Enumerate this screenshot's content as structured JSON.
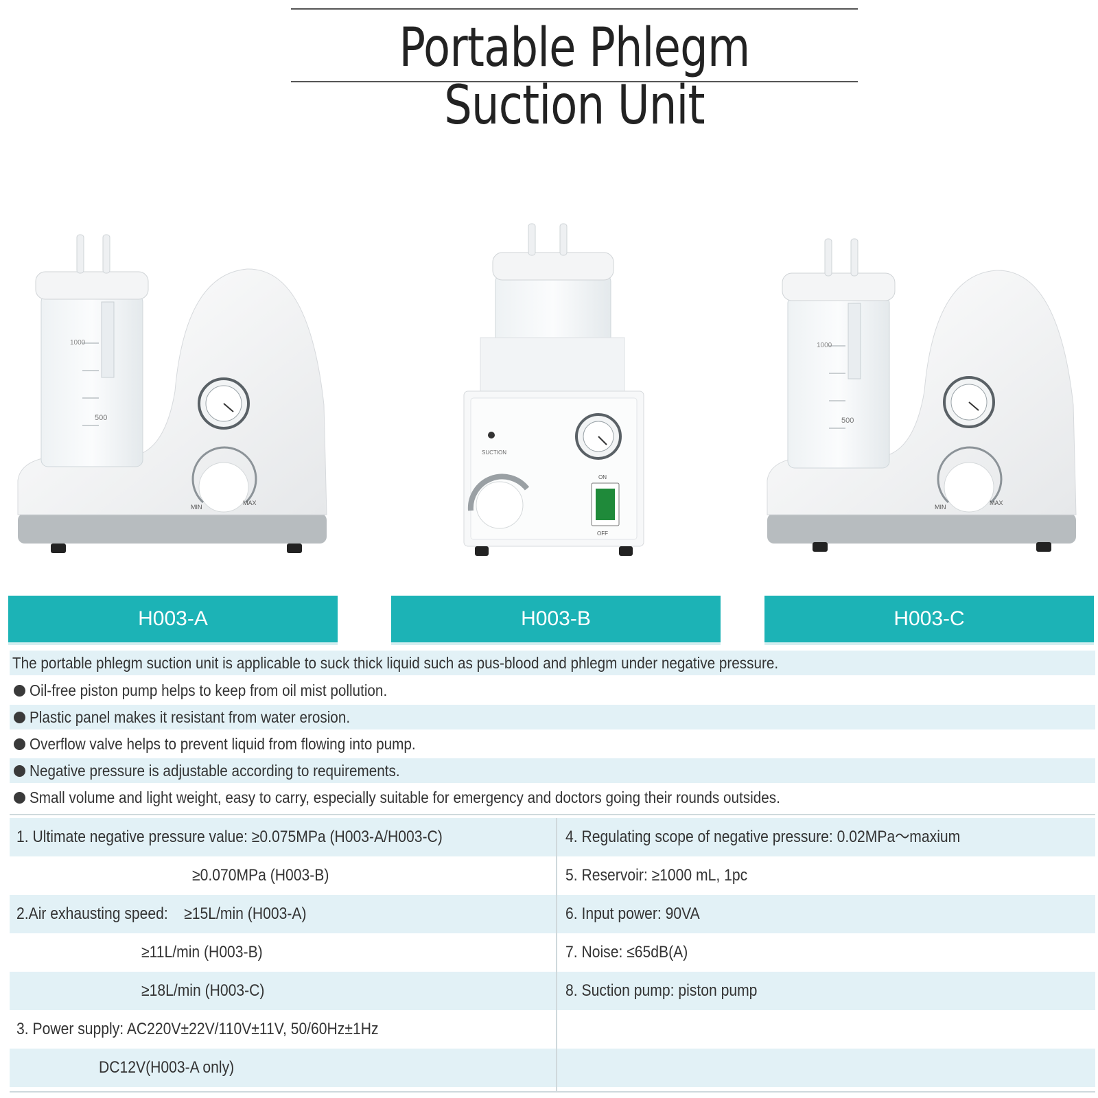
{
  "header": {
    "title": "Portable Phlegm Suction Unit"
  },
  "models": [
    {
      "label": "H003-A"
    },
    {
      "label": "H003-B"
    },
    {
      "label": "H003-C"
    }
  ],
  "description": {
    "intro": "The portable phlegm suction unit is applicable to suck thick liquid such as pus-blood and phlegm under negative pressure.",
    "features": [
      "Oil-free piston pump helps to keep from oil mist pollution.",
      "Plastic panel makes it resistant from water erosion.",
      "Overflow valve helps to prevent liquid from flowing into pump.",
      "Negative pressure is adjustable according to requirements.",
      "Small volume and light weight, easy to carry, especially suitable for emergency and doctors going their rounds outsides."
    ]
  },
  "specs": {
    "left": [
      "1. Ultimate negative pressure value: ≥0.075MPa (H003-A/H003-C)",
      "≥0.070MPa (H003-B)",
      "2.Air exhausting speed:    ≥15L/min (H003-A)",
      "≥11L/min (H003-B)",
      "≥18L/min (H003-C)",
      "3. Power supply: AC220V±22V/110V±11V, 50/60Hz±1Hz",
      "DC12V(H003-A only)"
    ],
    "right": [
      "4. Regulating scope of negative pressure:  0.02MPa～maxium",
      "5. Reservoir: ≥1000 mL, 1pc",
      "6. Input power: 90VA",
      "7. Noise: ≤65dB(A)",
      "8. Suction pump: piston pump",
      "",
      ""
    ]
  },
  "device_labels": {
    "jar_1000": "1000",
    "jar_500": "500",
    "gauge_min": "MIN",
    "gauge_max": "MAX",
    "switch_on": "ON",
    "switch_off": "OFF",
    "suction": "SUCTION"
  }
}
